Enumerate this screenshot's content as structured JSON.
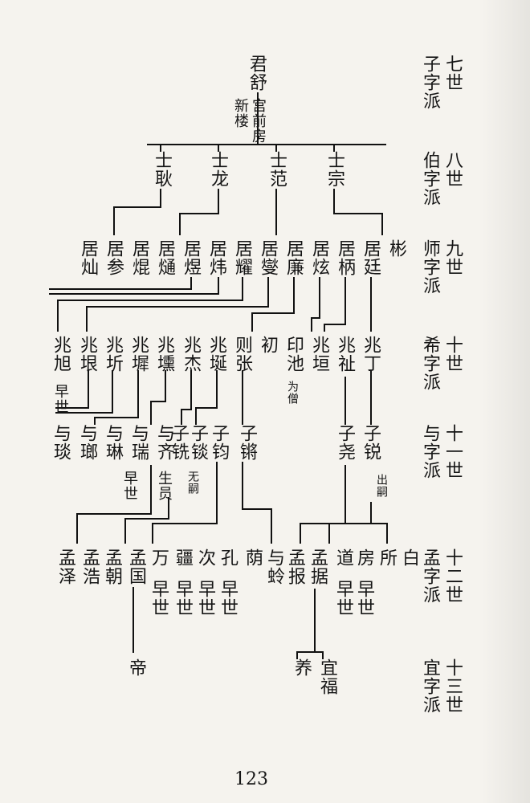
{
  "generations": [
    {
      "gen": "七世",
      "pai": "子字派"
    },
    {
      "gen": "八世",
      "pai": "伯字派"
    },
    {
      "gen": "九世",
      "pai": "师字派"
    },
    {
      "gen": "十世",
      "pai": "希字派"
    },
    {
      "gen": "十一世",
      "pai": "与字派"
    },
    {
      "gen": "十二世",
      "pai": "孟字派"
    },
    {
      "gen": "十三世",
      "pai": "宜字派"
    }
  ],
  "root": {
    "name": "君舒",
    "branch": [
      "宫前房",
      "新楼"
    ]
  },
  "gen8": [
    {
      "name": "士耿"
    },
    {
      "name": "士龙"
    },
    {
      "name": "士范"
    },
    {
      "name": "士宗"
    }
  ],
  "gen9": [
    {
      "name": "居灿"
    },
    {
      "name": "居参"
    },
    {
      "name": "居焜"
    },
    {
      "name": "居熥"
    },
    {
      "name": "居煜"
    },
    {
      "name": "居炜"
    },
    {
      "name": "居耀"
    },
    {
      "name": "居燮"
    },
    {
      "name": "居廉"
    },
    {
      "name": "居炫"
    },
    {
      "name": "居柄"
    },
    {
      "name": "居廷"
    },
    {
      "name": "彬"
    }
  ],
  "gen10": [
    {
      "name": "兆旭",
      "note": "早世"
    },
    {
      "name": "兆垠"
    },
    {
      "name": "兆圻"
    },
    {
      "name": "兆墀"
    },
    {
      "name": "兆壎"
    },
    {
      "name": "兆杰"
    },
    {
      "name": "兆埏"
    },
    {
      "name": "则张"
    },
    {
      "name": "初"
    },
    {
      "name": "印池",
      "note": "为僧"
    },
    {
      "name": "兆垣"
    },
    {
      "name": "兆祉"
    },
    {
      "name": "兆丁"
    }
  ],
  "gen11": [
    {
      "name": "与琰"
    },
    {
      "name": "与瑯"
    },
    {
      "name": "与琳"
    },
    {
      "name": "与瑞",
      "note": "早世"
    },
    {
      "name": "与齐"
    },
    {
      "name": "子铣",
      "note": "生员"
    },
    {
      "name": "子锬",
      "note": "无嗣"
    },
    {
      "name": "子钧"
    },
    {
      "name": "子锵"
    },
    {
      "name": "子尧"
    },
    {
      "name": "子锐",
      "note": "出嗣"
    }
  ],
  "gen12": [
    {
      "name": "孟泽"
    },
    {
      "name": "孟浩"
    },
    {
      "name": "孟朝"
    },
    {
      "name": "孟国"
    },
    {
      "name": "万",
      "note": "早世"
    },
    {
      "name": "疆",
      "note": "早世"
    },
    {
      "name": "次",
      "note": "早世"
    },
    {
      "name": "孔",
      "note": "早世"
    },
    {
      "name": "荫"
    },
    {
      "name": "与蛉"
    },
    {
      "name": "孟报"
    },
    {
      "name": "孟据"
    },
    {
      "name": "道",
      "note": "早世"
    },
    {
      "name": "房",
      "note": "早世"
    },
    {
      "name": "所"
    },
    {
      "name": "白"
    }
  ],
  "gen13": [
    {
      "name": "帝"
    },
    {
      "name": "养"
    },
    {
      "name": "宜福"
    }
  ],
  "page_number": "123"
}
